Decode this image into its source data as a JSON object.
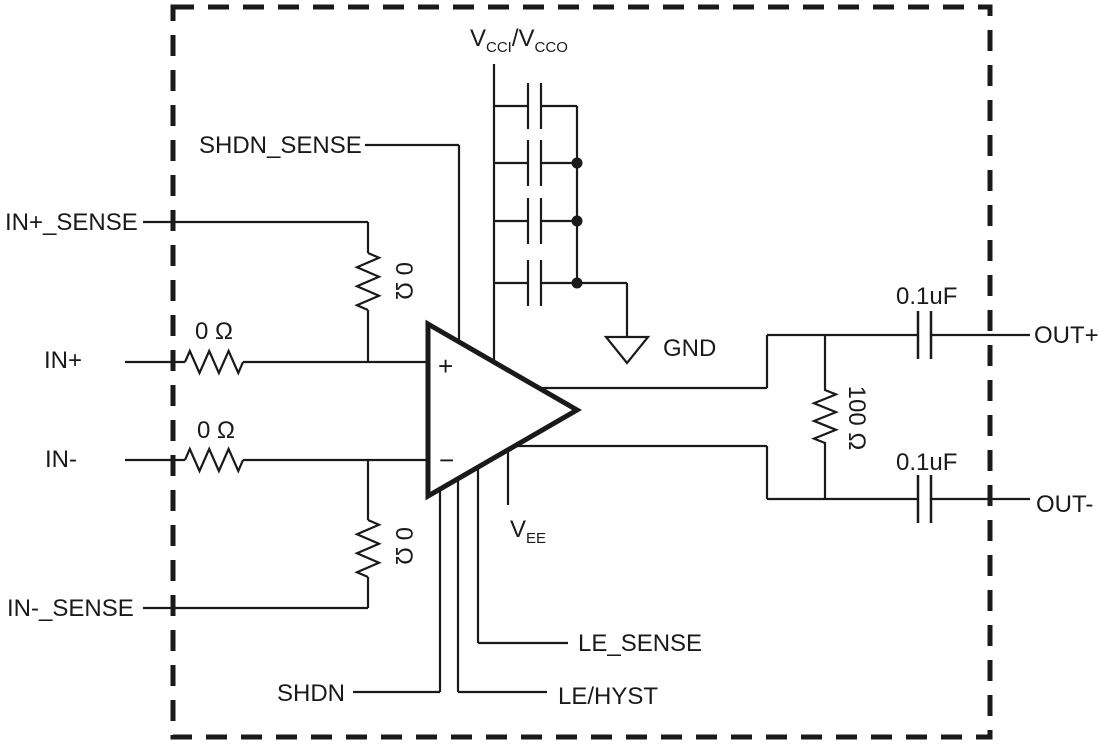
{
  "schematic": {
    "power": {
      "vcc": {
        "base": "V",
        "sub1": "CCI",
        "mid": "/V",
        "sub2": "CCO"
      },
      "gnd": "GND",
      "vee": {
        "base": "V",
        "sub": "EE"
      }
    },
    "inputs": {
      "in_plus_sense": "IN+_SENSE",
      "in_plus": "IN+",
      "in_minus": "IN-",
      "in_minus_sense": "IN-_SENSE"
    },
    "control": {
      "shdn_sense": "SHDN_SENSE",
      "shdn": "SHDN",
      "le_hyst": "LE/HYST",
      "le_sense": "LE_SENSE"
    },
    "outputs": {
      "out_plus": "OUT+",
      "out_minus": "OUT-"
    },
    "comparator": {
      "plus": "+",
      "minus": "−"
    },
    "components": {
      "r_in_plus": "0 Ω",
      "r_in_minus": "0 Ω",
      "r_in_plus_sense": "0 Ω",
      "r_in_minus_sense": "0 Ω",
      "r_out": "100 Ω",
      "c_out_plus": "0.1uF",
      "c_out_minus": "0.1uF"
    },
    "colors": {
      "line": "#1a1a1a",
      "background": "#ffffff"
    }
  }
}
